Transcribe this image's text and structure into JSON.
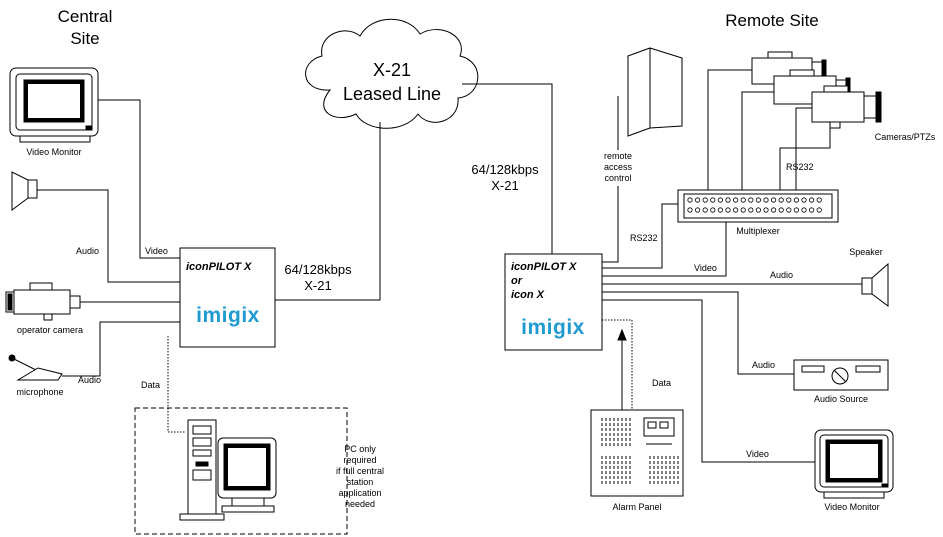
{
  "central": {
    "site_line1": "Central",
    "site_line2": "Site",
    "video_monitor": "Video Monitor",
    "operator_camera": "operator camera",
    "microphone": "microphone",
    "audio1": "Audio",
    "video": "Video",
    "audio2": "Audio",
    "data": "Data",
    "box_title": "iconPILOT  X",
    "logo": "imigix",
    "pc_note": [
      "PC only",
      "required",
      "if full central",
      "station",
      "application",
      "needed"
    ]
  },
  "network": {
    "cloud_line1": "X-21",
    "cloud_line2": "Leased Line",
    "left_rate": "64/128kbps",
    "left_iface": "X-21",
    "right_rate": "64/128kbps",
    "right_iface": "X-21"
  },
  "remote": {
    "site": "Remote Site",
    "box_title1": "iconPILOT X",
    "box_title2": "or",
    "box_title3": "icon X",
    "logo": "imigix",
    "access_control": [
      "remote",
      "access",
      "control"
    ],
    "cameras": "Cameras/PTZs",
    "rs232_top": "RS232",
    "rs232_left": "RS232",
    "multiplexer": "Multiplexer",
    "video_mux": "Video",
    "speaker": "Speaker",
    "audio_speaker": "Audio",
    "audio_source_label": "Audio",
    "audio_source": "Audio Source",
    "data": "Data",
    "alarm_panel": "Alarm Panel",
    "video_monitor_label": "Video",
    "video_monitor": "Video Monitor"
  }
}
